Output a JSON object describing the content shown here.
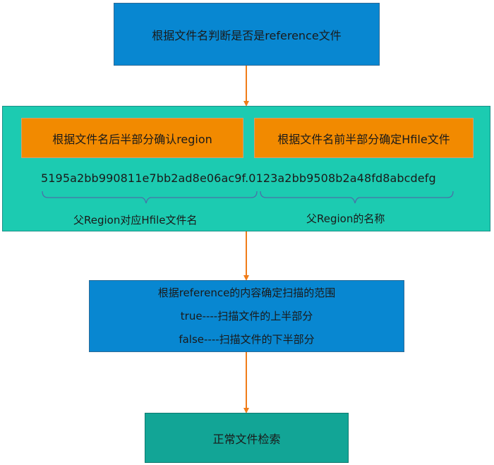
{
  "steps": {
    "step1": "根据文件名判断是否是reference文件",
    "step2": {
      "left_box": "根据文件名后半部分确认region",
      "right_box": "根据文件名前半部分确定Hfile文件",
      "hash": "5195a2bb990811e7bb2ad8e06ac9f.0123a2bb9508b2a48fd8abcdefg",
      "left_caption": "父Region对应Hfile文件名",
      "right_caption": "父Region的名称"
    },
    "step3": {
      "line1": "根据reference的内容确定扫描的范围",
      "line2": "true----扫描文件的上半部分",
      "line3": "false----扫描文件的下半部分"
    },
    "step4": "正常文件检索"
  },
  "colors": {
    "blue": "#0887d1",
    "teal": "#1ccbb1",
    "orange": "#f28a00",
    "dark_teal": "#12a596",
    "arrow": "#f07c18"
  }
}
